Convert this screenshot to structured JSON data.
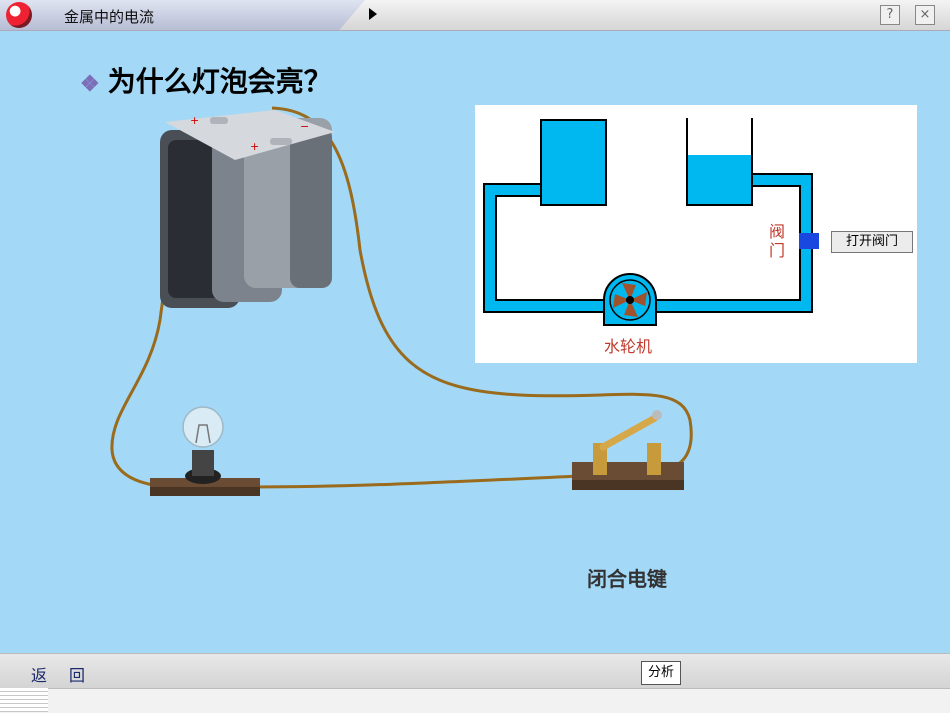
{
  "header": {
    "title": "金属中的电流"
  },
  "window": {
    "help_label": "?",
    "close_label": "×"
  },
  "main": {
    "heading": "为什么灯泡会亮？",
    "bullet": "❖",
    "analogy": {
      "valve_label": "阀门",
      "turbine_label": "水轮机",
      "open_button": "打开阀门"
    },
    "switch_label": "闭合电键"
  },
  "footer": {
    "back_1": "返",
    "back_2": "回",
    "analyze_button": "分析"
  },
  "colors": {
    "stage_bg": "#a3d8f7",
    "water": "#00b8f0",
    "wire": "#9a6b1c",
    "valve": "#1848e0"
  }
}
